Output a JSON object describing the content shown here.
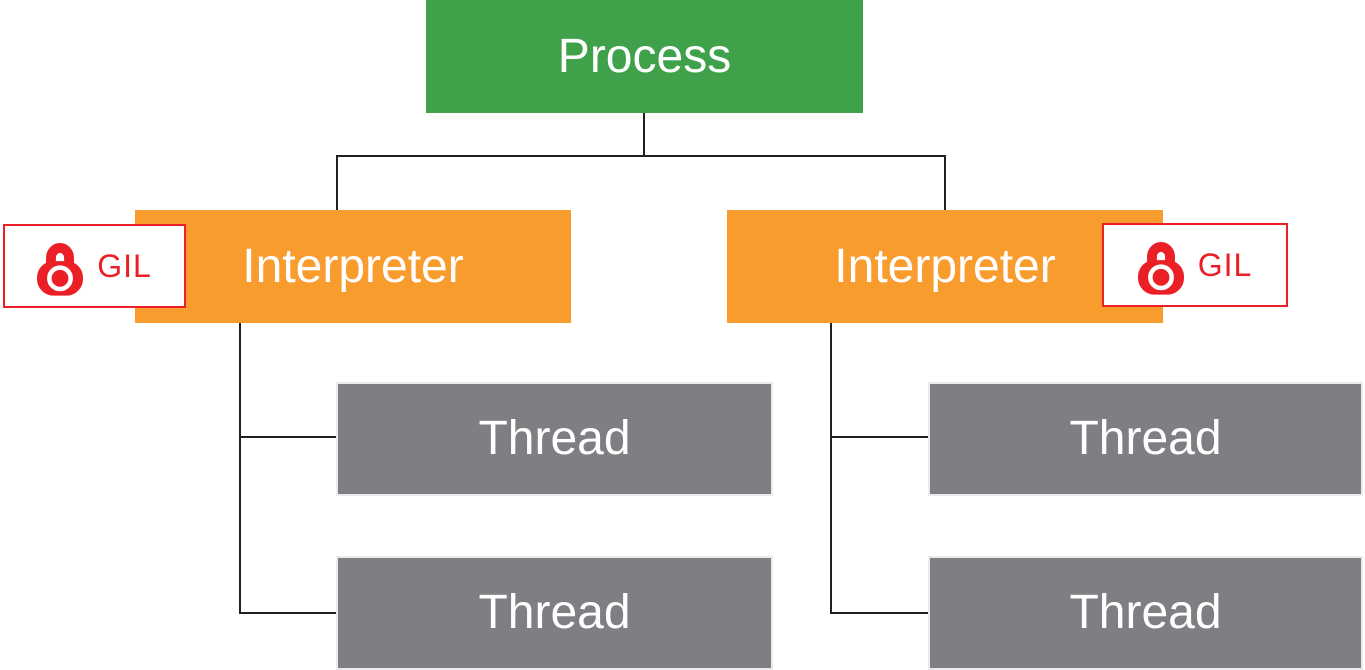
{
  "diagram": {
    "process": {
      "label": "Process"
    },
    "interpreters": [
      {
        "label": "Interpreter",
        "side": "left"
      },
      {
        "label": "Interpreter",
        "side": "right"
      }
    ],
    "gil_badges": [
      {
        "label": "GIL",
        "icon": "lock-icon",
        "side": "left"
      },
      {
        "label": "GIL",
        "icon": "lock-icon",
        "side": "right"
      }
    ],
    "threads": [
      {
        "label": "Thread",
        "parent": "interpreter-left"
      },
      {
        "label": "Thread",
        "parent": "interpreter-left"
      },
      {
        "label": "Thread",
        "parent": "interpreter-right"
      },
      {
        "label": "Thread",
        "parent": "interpreter-right"
      }
    ]
  },
  "colors": {
    "process": "#3FA24B",
    "interpreter": "#F89C2E",
    "thread": "#7D7F82",
    "thread_border": "#EAEBEC",
    "gil": "#EB2027",
    "connector": "#231F20",
    "label": "#FFFFFF",
    "background": "#FFFFFF"
  }
}
